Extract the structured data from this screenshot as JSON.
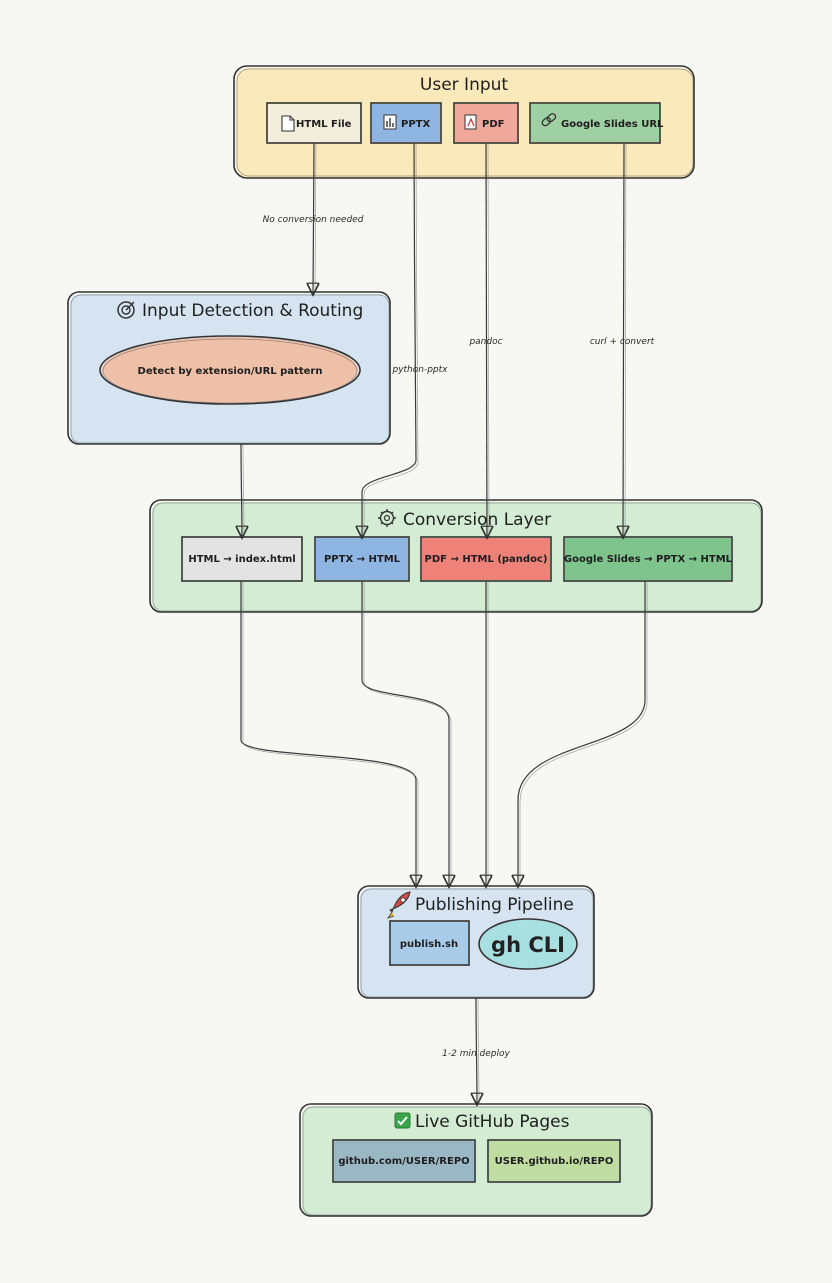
{
  "colors": {
    "yellow": "#f9e6b0",
    "blue": "#cfe0ee",
    "green": "#cdeacc",
    "red": "#f0a89a",
    "gray": "#e3e3e3",
    "pptx_blue": "#8fb5e3",
    "box_green": "#9fd0a3",
    "cyan": "#a8dfe0"
  },
  "groups": {
    "user_input": {
      "title": "User Input"
    },
    "detection": {
      "title": "Input Detection & Routing",
      "icon": "target-icon"
    },
    "conversion": {
      "title": "Conversion Layer",
      "icon": "gear-icon"
    },
    "publishing": {
      "title": "Publishing Pipeline",
      "icon": "rocket-icon"
    },
    "live": {
      "title": "Live GitHub Pages",
      "icon": "check-icon"
    }
  },
  "nodes": {
    "html_file": {
      "label": "HTML File",
      "icon": "file-icon"
    },
    "pptx": {
      "label": "PPTX",
      "icon": "chart-icon"
    },
    "pdf": {
      "label": "PDF",
      "icon": "pdf-icon"
    },
    "gslides": {
      "label": "Google Slides URL",
      "icon": "link-icon"
    },
    "detect": {
      "label": "Detect by extension/URL pattern"
    },
    "conv_html": {
      "label": "HTML → index.html"
    },
    "conv_pptx": {
      "label": "PPTX → HTML"
    },
    "conv_pdf": {
      "label": "PDF → HTML (pandoc)"
    },
    "conv_gs": {
      "label": "Google Slides → PPTX → HTML"
    },
    "publish_sh": {
      "label": "publish.sh"
    },
    "gh_cli": {
      "label": "gh CLI"
    },
    "url1": {
      "label": "github.com/USER/REPO"
    },
    "url2": {
      "label": "USER.github.io/REPO"
    }
  },
  "edges": {
    "html_to_detect": "No conversion needed",
    "pptx_label": "python-pptx",
    "pdf_label": "pandoc",
    "gs_label": "curl + convert",
    "deploy": "1-2 min deploy"
  }
}
